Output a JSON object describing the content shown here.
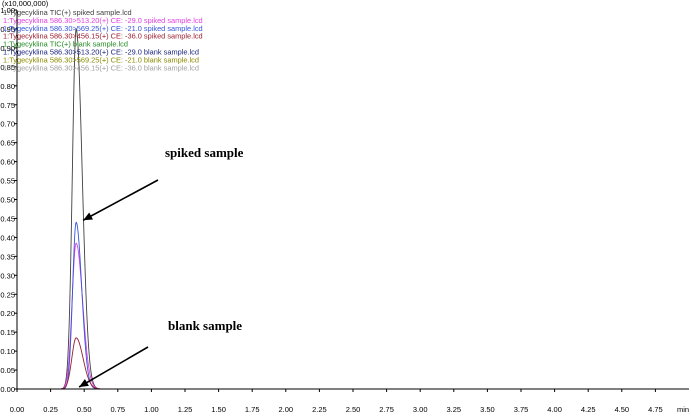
{
  "chart_data": {
    "type": "line",
    "scale_label": "(x10,000,000)",
    "x_unit": "min",
    "xlim": [
      0.0,
      5.0
    ],
    "ylim": [
      0.0,
      1.0
    ],
    "x_ticks": [
      "0.00",
      "0.25",
      "0.50",
      "0.75",
      "1.00",
      "1.25",
      "1.50",
      "1.75",
      "2.00",
      "2.25",
      "2.50",
      "2.75",
      "3.00",
      "3.25",
      "3.50",
      "3.75",
      "4.00",
      "4.25",
      "4.50",
      "4.75"
    ],
    "y_ticks": [
      "0.00",
      "0.05",
      "0.10",
      "0.15",
      "0.20",
      "0.25",
      "0.30",
      "0.35",
      "0.40",
      "0.45",
      "0.50",
      "0.55",
      "0.60",
      "0.65",
      "0.70",
      "0.75",
      "0.80",
      "0.85",
      "0.90",
      "0.95",
      "1.00"
    ],
    "peak_rt": 0.44,
    "series": [
      {
        "name": "1:Tygecyklina TIC(+) spiked sample.lcd",
        "color": "#404040",
        "peak": 0.95,
        "width": 0.028
      },
      {
        "name": "1:Tygecyklina 586.30>513.20(+) CE: -29.0 spiked sample.lcd",
        "color": "#e040e0",
        "peak": 0.385,
        "width": 0.03
      },
      {
        "name": "1:Tygecyklina 586.30>569.25(+) CE: -21.0 spiked sample.lcd",
        "color": "#3355dd",
        "peak": 0.44,
        "width": 0.026
      },
      {
        "name": "1:Tygecyklina 586.30>456.15(+) CE: -36.0 spiked sample.lcd",
        "color": "#9a1d2e",
        "peak": 0.135,
        "width": 0.032
      },
      {
        "name": "1:Tygecyklina TIC(+) blank sample.lcd",
        "color": "#228b22",
        "peak": 0.0,
        "width": 0.03
      },
      {
        "name": "1:Tygecyklina 586.30>513.20(+) CE: -29.0 blank sample.lcd",
        "color": "#1a237e",
        "peak": 0.0,
        "width": 0.03
      },
      {
        "name": "1:Tygecyklina 586.30>569.25(+) CE: -21.0 blank sample.lcd",
        "color": "#8b8b00",
        "peak": 0.0,
        "width": 0.03
      },
      {
        "name": "1:Tygecyklina 586.30>456.15(+) CE: -36.0 blank sample.lcd",
        "color": "#a0a0a0",
        "peak": 0.0,
        "width": 0.03
      }
    ],
    "annotations": [
      {
        "text": "spiked sample",
        "arrow_to": [
          0.47,
          0.44
        ]
      },
      {
        "text": "blank sample",
        "arrow_to": [
          0.44,
          0.0
        ]
      }
    ]
  }
}
